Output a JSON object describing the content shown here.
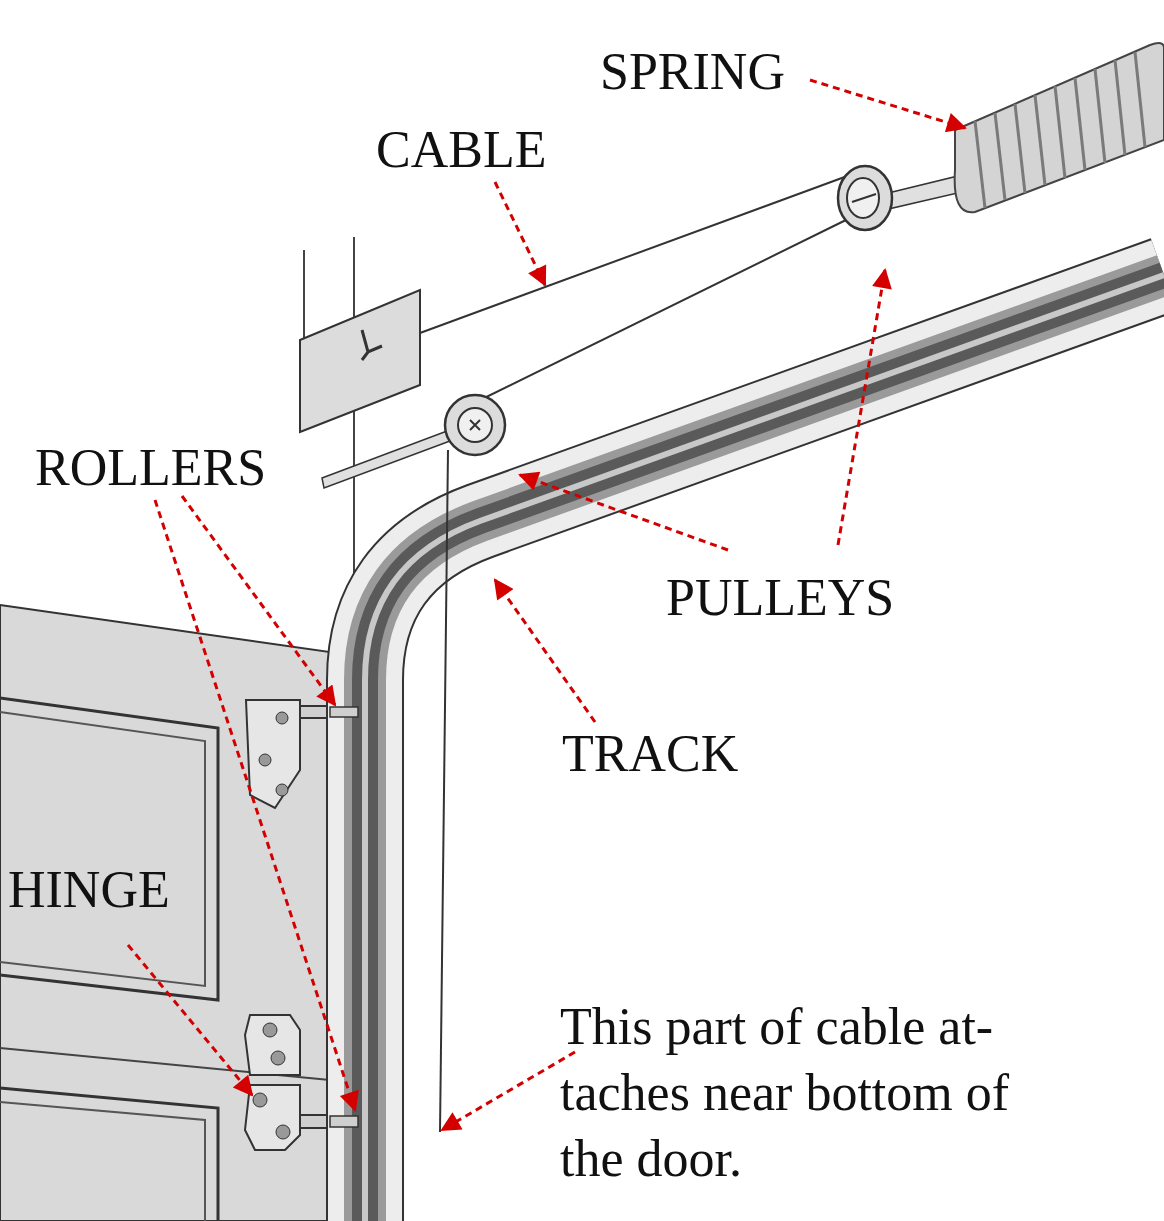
{
  "diagram": {
    "labels": [
      "SPRING",
      "CABLE",
      "ROLLERS",
      "PULLEYS",
      "TRACK",
      "HINGE",
      "This part of cable at- taches near bottom of the door."
    ]
  }
}
